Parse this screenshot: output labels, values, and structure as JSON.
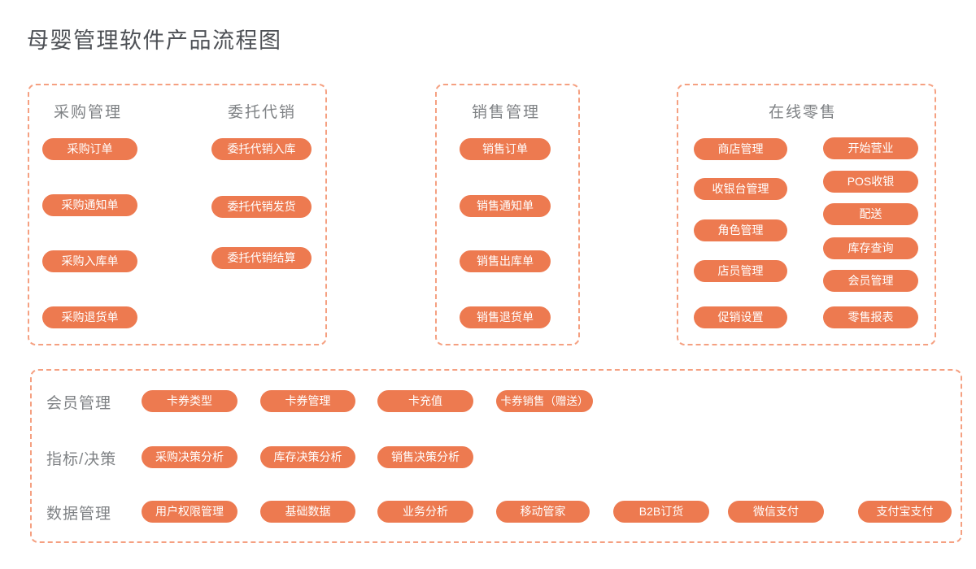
{
  "page": {
    "title": "母婴管理软件产品流程图"
  },
  "colors": {
    "accent": "#ED7A50",
    "dash_border": "#F5A081",
    "heading_text": "#7F8285",
    "title_text": "#4E5156",
    "pill_text": "#FFFFFF",
    "background": "#FFFFFF"
  },
  "groups": {
    "purchase": {
      "header": "采购管理",
      "items": [
        "采购订单",
        "采购通知单",
        "采购入库单",
        "采购退货单"
      ]
    },
    "consignment": {
      "header": "委托代销",
      "items": [
        "委托代销入库",
        "委托代销发货",
        "委托代销结算"
      ]
    },
    "sales": {
      "header": "销售管理",
      "items": [
        "销售订单",
        "销售通知单",
        "销售出库单",
        "销售退货单"
      ]
    },
    "retail": {
      "header": "在线零售",
      "left_items": [
        "商店管理",
        "收银台管理",
        "角色管理",
        "店员管理",
        "促销设置"
      ],
      "right_items": [
        "开始营业",
        "POS收银",
        "配送",
        "库存查询",
        "会员管理",
        "零售报表"
      ]
    }
  },
  "rows": {
    "member": {
      "label": "会员管理",
      "items": [
        "卡券类型",
        "卡券管理",
        "卡充值",
        "卡券销售（赠送）"
      ]
    },
    "metrics": {
      "label": "指标/决策",
      "items": [
        "采购决策分析",
        "库存决策分析",
        "销售决策分析"
      ]
    },
    "data": {
      "label": "数据管理",
      "items": [
        "用户权限管理",
        "基础数据",
        "业务分析",
        "移动管家",
        "B2B订货",
        "微信支付",
        "支付宝支付"
      ]
    }
  }
}
